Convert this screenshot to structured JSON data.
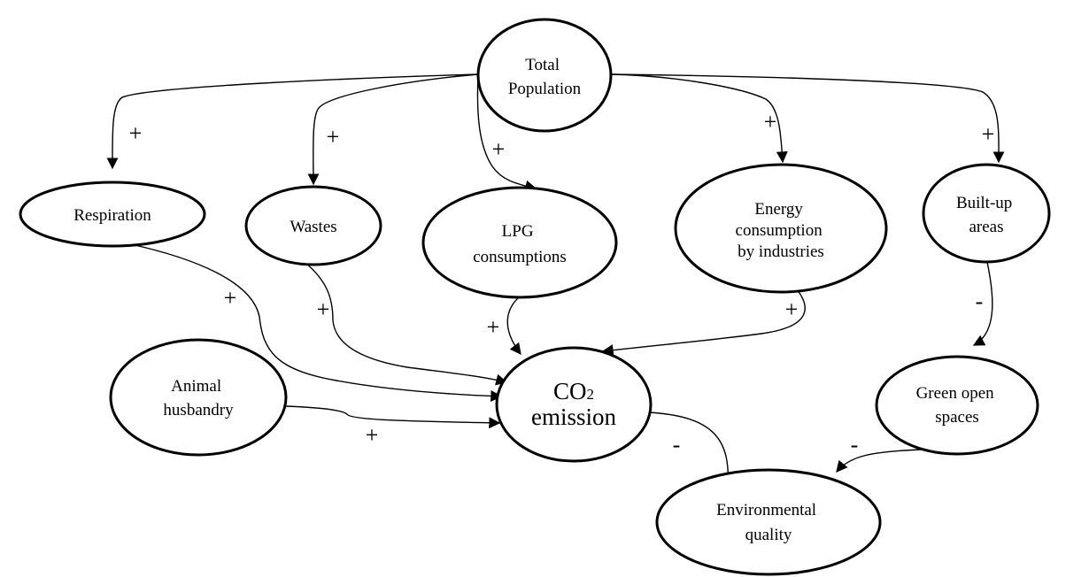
{
  "nodes": {
    "total_population": [
      "Total",
      "Population"
    ],
    "respiration": [
      "Respiration"
    ],
    "wastes": [
      "Wastes"
    ],
    "lpg": [
      "LPG",
      "consumptions"
    ],
    "energy": [
      "Energy",
      "consumption",
      "by industries"
    ],
    "builtup": [
      "Built-up",
      "areas"
    ],
    "animal": [
      "Animal",
      "husbandry"
    ],
    "co2": [
      "emission"
    ],
    "co2_symbol": "CO",
    "co2_subscript": "2",
    "green": [
      "Green open",
      "spaces"
    ],
    "envq": [
      "Environmental",
      "quality"
    ]
  },
  "edges": [
    {
      "from": "Total Population",
      "to": "Respiration",
      "polarity": "+"
    },
    {
      "from": "Total Population",
      "to": "Wastes",
      "polarity": "+"
    },
    {
      "from": "Total Population",
      "to": "LPG consumptions",
      "polarity": "+"
    },
    {
      "from": "Total Population",
      "to": "Energy consumption by industries",
      "polarity": "+"
    },
    {
      "from": "Total Population",
      "to": "Built-up areas",
      "polarity": "+"
    },
    {
      "from": "Respiration",
      "to": "CO2 emission",
      "polarity": "+"
    },
    {
      "from": "Wastes",
      "to": "CO2 emission",
      "polarity": "+"
    },
    {
      "from": "LPG consumptions",
      "to": "CO2 emission",
      "polarity": "+"
    },
    {
      "from": "Energy consumption by industries",
      "to": "CO2 emission",
      "polarity": "+"
    },
    {
      "from": "Animal husbandry",
      "to": "CO2 emission",
      "polarity": "+"
    },
    {
      "from": "Built-up areas",
      "to": "Green open spaces",
      "polarity": "-"
    },
    {
      "from": "CO2 emission",
      "to": "Environmental quality",
      "polarity": "-"
    },
    {
      "from": "Green open spaces",
      "to": "Environmental quality",
      "polarity": "-"
    }
  ]
}
